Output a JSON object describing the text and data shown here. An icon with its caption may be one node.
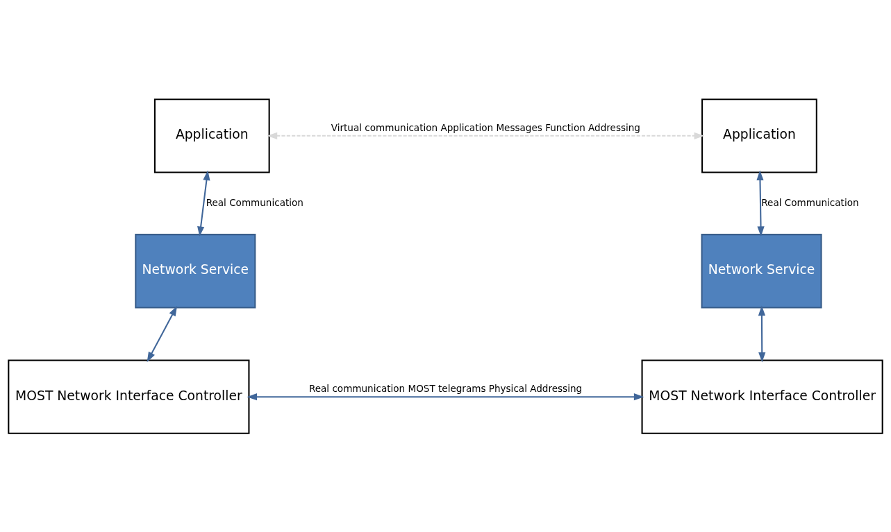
{
  "diagram": {
    "nodes": [
      {
        "text": [
          "Application"
        ]
      },
      {
        "text": [
          "Application"
        ]
      },
      {
        "text": [
          "Network Service"
        ]
      },
      {
        "text": [
          "Network Service"
        ]
      },
      {
        "text": [
          "MOST Network Interface Controller"
        ]
      },
      {
        "text": [
          "MOST Network Interface Controller"
        ]
      }
    ],
    "edges": [
      {
        "from": 0,
        "to": 1,
        "arrow": "both",
        "style": "dashed",
        "color": "#d9d9d9",
        "label": "Virtual communication Application Messages Function Addressing"
      },
      {
        "from": 0,
        "to": 2,
        "arrow": "both",
        "label": "Real Communication"
      },
      {
        "from": 1,
        "to": 3,
        "arrow": "both",
        "label": "Real Communication"
      },
      {
        "from": 2,
        "to": 4,
        "arrow": "both"
      },
      {
        "from": 3,
        "to": 5,
        "arrow": "both"
      },
      {
        "from": 4,
        "to": 5,
        "arrow": "both",
        "label": "Real communication MOST telegrams Physical Addressing"
      }
    ]
  }
}
